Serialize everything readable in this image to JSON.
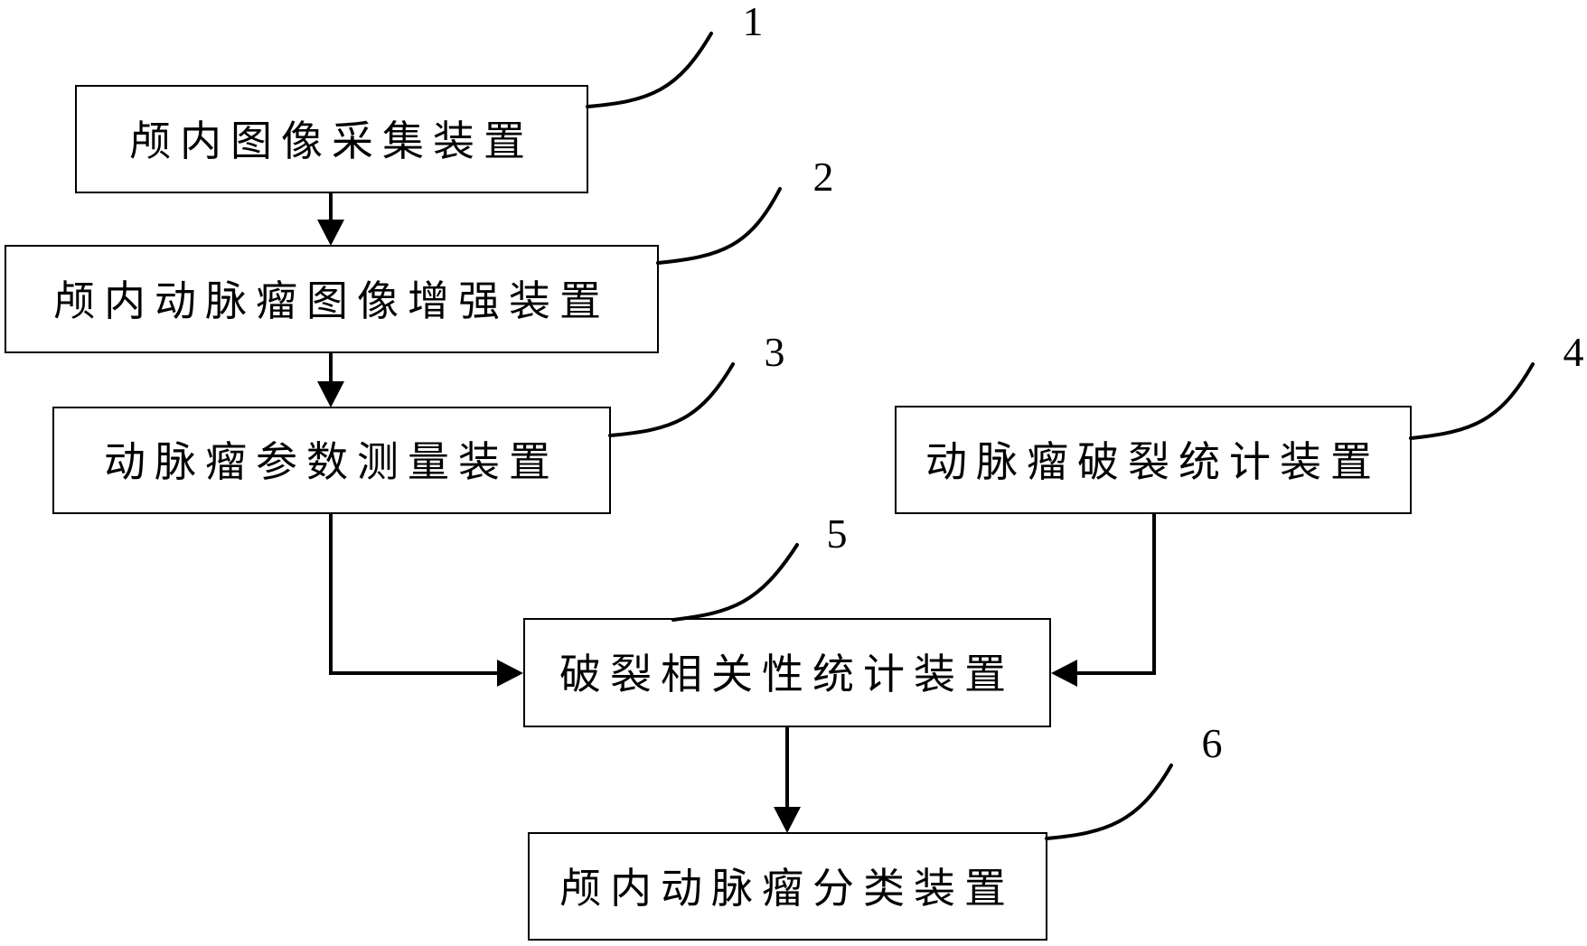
{
  "diagram": {
    "type": "block-flowchart",
    "blocks": [
      {
        "id": "1",
        "label": "颅内图像采集装置",
        "ref_number": "1"
      },
      {
        "id": "2",
        "label": "颅内动脉瘤图像增强装置",
        "ref_number": "2"
      },
      {
        "id": "3",
        "label": "动脉瘤参数测量装置",
        "ref_number": "3"
      },
      {
        "id": "4",
        "label": "动脉瘤破裂统计装置",
        "ref_number": "4"
      },
      {
        "id": "5",
        "label": "破裂相关性统计装置",
        "ref_number": "5"
      },
      {
        "id": "6",
        "label": "颅内动脉瘤分类装置",
        "ref_number": "6"
      }
    ],
    "edges": [
      {
        "from": "1",
        "to": "2"
      },
      {
        "from": "2",
        "to": "3"
      },
      {
        "from": "3",
        "to": "5"
      },
      {
        "from": "4",
        "to": "5"
      },
      {
        "from": "5",
        "to": "6"
      }
    ]
  }
}
